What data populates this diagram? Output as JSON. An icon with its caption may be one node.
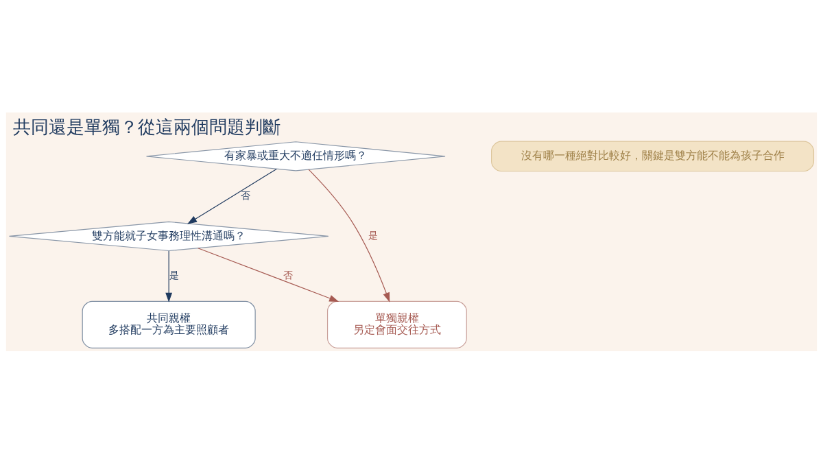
{
  "diagram": {
    "title": "共同還是單獨？從這兩個問題判斷",
    "nodes": [
      {
        "text": [
          "有家暴或重大不適任情形嗎？"
        ]
      },
      {
        "text": [
          "雙方能就子女事務理性溝通嗎？"
        ]
      },
      {
        "text": [
          "共同親權",
          "多搭配一方為主要照顧者"
        ]
      },
      {
        "text": [
          "單獨親權",
          "另定會面交往方式"
        ]
      },
      {
        "text": [
          "沒有哪一種絕對比較好，關鍵是雙方能不能為孩子合作"
        ]
      }
    ],
    "edges": [
      {
        "from": 0,
        "to": 1,
        "arrow": "to",
        "label": "否"
      },
      {
        "from": 0,
        "to": 3,
        "arrow": "to",
        "label": "是",
        "color": "#a65a52"
      },
      {
        "from": 1,
        "to": 2,
        "arrow": "to",
        "label": "是"
      },
      {
        "from": 1,
        "to": 3,
        "arrow": "to",
        "label": "否",
        "color": "#a65a52"
      }
    ]
  }
}
